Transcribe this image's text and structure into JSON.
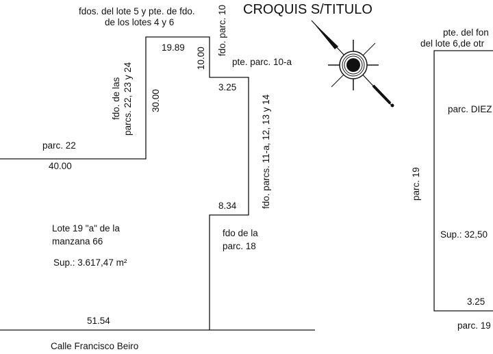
{
  "title": "CROQUIS S/TITULO",
  "labels": {
    "fdos_lote5_line1": "fdos. del lote 5 y pte. de fdo.",
    "fdos_lote5_line2": "de los lotes 4 y 6",
    "fdo_parc10": "fdo. parc. 10",
    "pte_parc_10a": "pte. parc. 10-a",
    "fdo_parcs_22_line1": "fdo. de las",
    "fdo_parcs_22_line2": "parcs. 22, 23 y 24",
    "parc22": "parc. 22",
    "fdo_parcs_11a": "fdo. parcs. 11-a, 12, 13 y 14",
    "lote_line1": "Lote 19 \"a\" de la",
    "lote_line2": "manzana 66",
    "sup_lote": "Sup.: 3.617,47 m²",
    "fdo_parc18_line1": "fdo de la",
    "fdo_parc18_line2": "parc. 18",
    "calle": "Calle Francisco Beiro",
    "pte_fondo_line1": "pte. del fon",
    "pte_fondo_line2": "del lote 6,de otr",
    "parc_diez": "parc. DIEZ",
    "parc19_vertical": "parc. 19",
    "sup_right": "Sup.: 32,50",
    "parc19_bottom": "parc. 19"
  },
  "dimensions": {
    "d19_89": "19.89",
    "d10_00": "10.00",
    "d30_00": "30.00",
    "d40_00": "40.00",
    "d3_25_top": "3.25",
    "d8_34": "8.34",
    "d51_54": "51.54",
    "d3_25_right": "3.25"
  },
  "icons": {
    "compass": "north-arrow-compass-icon"
  }
}
